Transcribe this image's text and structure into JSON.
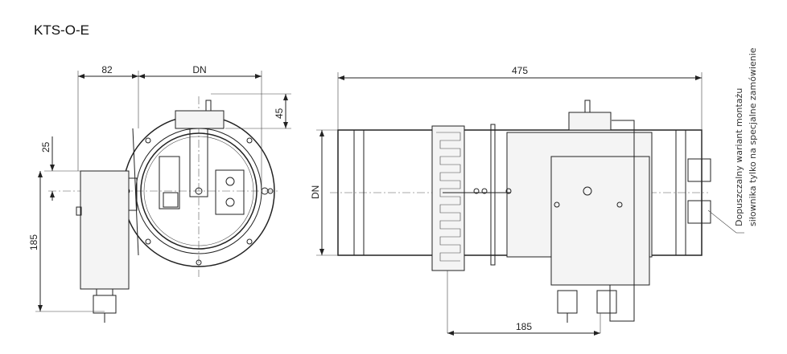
{
  "title": "KTS-O-E",
  "front_view": {
    "dim_actuator_width": "82",
    "dim_dn": "DN",
    "dim_top": "45",
    "dim_offset": "25",
    "dim_height": "185"
  },
  "side_view": {
    "dim_length": "475",
    "dim_dn": "DN",
    "dim_bottom": "185"
  },
  "note": {
    "line1": "Dopuszczalny wariant montażu",
    "line2": "siłownika tylko na specjalne zamówienie"
  }
}
